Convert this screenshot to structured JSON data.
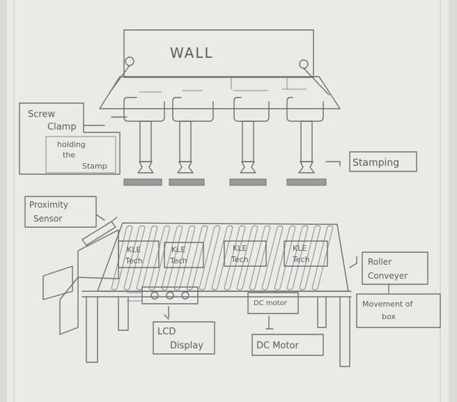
{
  "diagram": {
    "wall_label": "WALL",
    "screw_clamp_label": [
      "Screw",
      "Clamp"
    ],
    "holding_stamp_label": [
      "holding",
      "the",
      "Stamp"
    ],
    "stamping_label": "Stamping",
    "proximity_sensor_label": [
      "Proximity",
      "Sensor"
    ],
    "box_labels": [
      [
        "KLE",
        "Tech"
      ],
      [
        "KLE",
        "Tech"
      ],
      [
        "KLE",
        "Tech"
      ],
      [
        "KLE",
        "Tech"
      ]
    ],
    "dc_motor_small_label": "DC motor",
    "lcd_label": [
      "LCD",
      "Display"
    ],
    "dc_motor_label": "DC Motor",
    "roller_conveyer_label": [
      "Roller",
      "Conveyer"
    ],
    "movement_label": [
      "Movement of",
      "box"
    ]
  }
}
